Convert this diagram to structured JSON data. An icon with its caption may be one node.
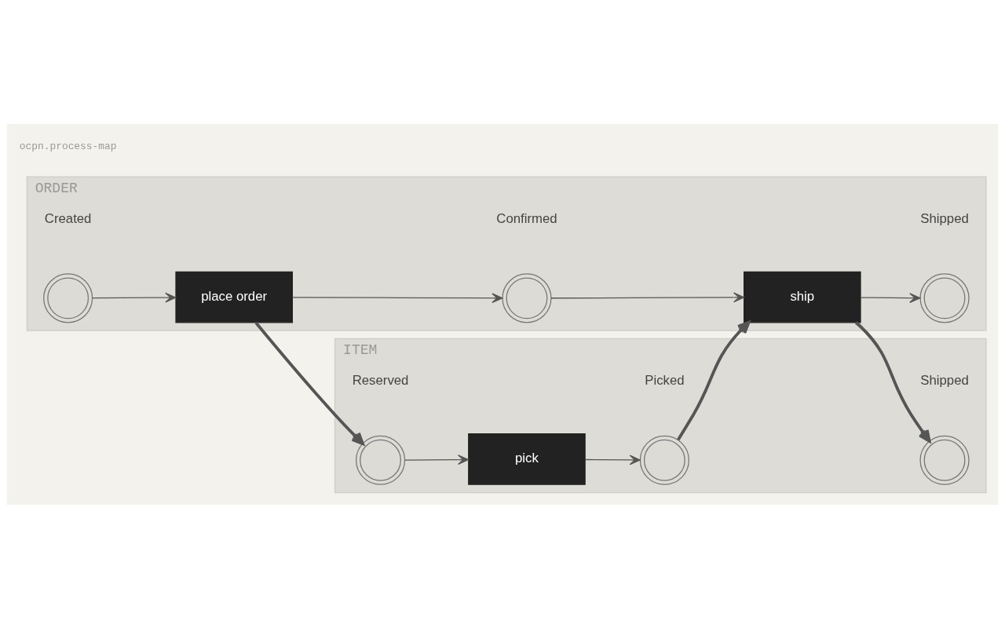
{
  "diagram": {
    "nodes": [
      {
        "text": [
          "ORDER"
        ]
      },
      {
        "text": [],
        "shape": "circle",
        "beside": [
          "Created"
        ],
        "in": 0
      },
      {
        "text": [
          "place order"
        ],
        "in": 0
      },
      {
        "text": [],
        "shape": "circle",
        "beside": [
          "Confirmed"
        ],
        "in": 0
      },
      {
        "text": [
          "ship"
        ],
        "in": 0
      },
      {
        "text": [],
        "shape": "circle",
        "beside": [
          "Shipped"
        ],
        "in": 0
      },
      {
        "text": [
          "ITEM"
        ]
      },
      {
        "text": [],
        "shape": "circle",
        "beside": [
          "Reserved"
        ],
        "in": 6
      },
      {
        "text": [
          "pick"
        ],
        "in": 6
      },
      {
        "text": [],
        "shape": "circle",
        "beside": [
          "Picked"
        ],
        "in": 6
      },
      {
        "text": [],
        "shape": "circle",
        "beside": [
          "Shipped"
        ],
        "in": 6
      }
    ],
    "edges": [
      {
        "from": 1,
        "to": 2,
        "arrow": "to"
      },
      {
        "from": 2,
        "to": 3,
        "arrow": "to"
      },
      {
        "from": 3,
        "to": 4,
        "arrow": "to"
      },
      {
        "from": 4,
        "to": 5,
        "arrow": "to"
      },
      {
        "from": 2,
        "to": 7,
        "arrow": "to",
        "style": "thick"
      },
      {
        "from": 7,
        "to": 8,
        "arrow": "to"
      },
      {
        "from": 8,
        "to": 9,
        "arrow": "to"
      },
      {
        "from": 9,
        "to": 4,
        "arrow": "to",
        "style": "thick"
      },
      {
        "from": 4,
        "to": 10,
        "arrow": "to",
        "style": "thick"
      }
    ],
    "labels": [
      "ocpn.process-map"
    ]
  }
}
